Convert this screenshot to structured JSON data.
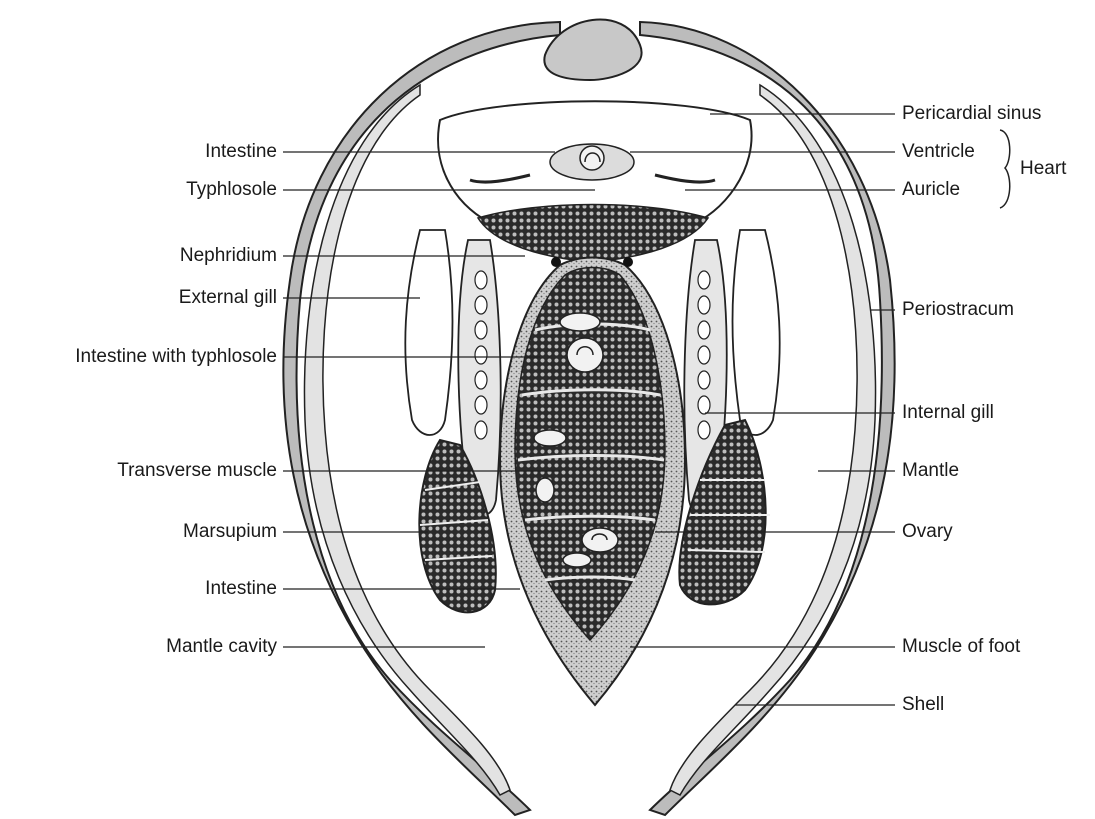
{
  "labels": {
    "left": {
      "intestine_top": "Intestine",
      "typhlosole": "Typhlosole",
      "nephridium": "Nephridium",
      "external_gill": "External gill",
      "intestine_with_typhlosole": "Intestine with typhlosole",
      "transverse_muscle": "Transverse muscle",
      "marsupium": "Marsupium",
      "intestine_bottom": "Intestine",
      "mantle_cavity": "Mantle cavity"
    },
    "right": {
      "pericardial_sinus": "Pericardial sinus",
      "ventricle": "Ventricle",
      "auricle": "Auricle",
      "heart": "Heart",
      "periostracum": "Periostracum",
      "internal_gill": "Internal gill",
      "mantle": "Mantle",
      "ovary": "Ovary",
      "muscle_of_foot": "Muscle of foot",
      "shell": "Shell"
    }
  },
  "colors": {
    "shell_fill": "#b9b9b9",
    "tissue_fill": "#e6e6e6",
    "dark_tissue": "#2a2a2a",
    "outline": "#222222"
  }
}
